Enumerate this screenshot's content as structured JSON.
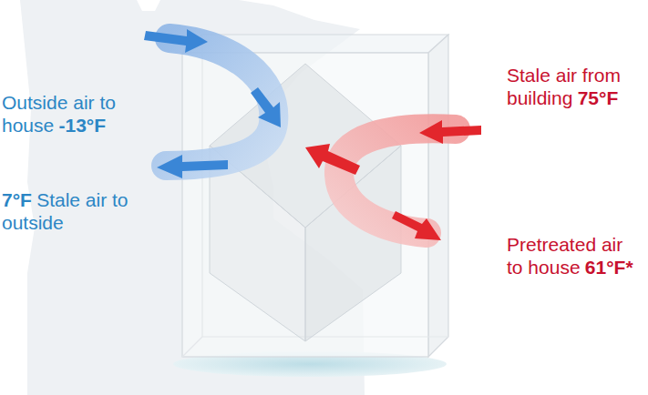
{
  "diagram": {
    "labels": [
      "Outside air to house",
      "-13°F",
      "7°F",
      "Stale air to outside",
      "Stale air from building",
      "75°F",
      "Pretreated air to house",
      "61°F*"
    ]
  }
}
